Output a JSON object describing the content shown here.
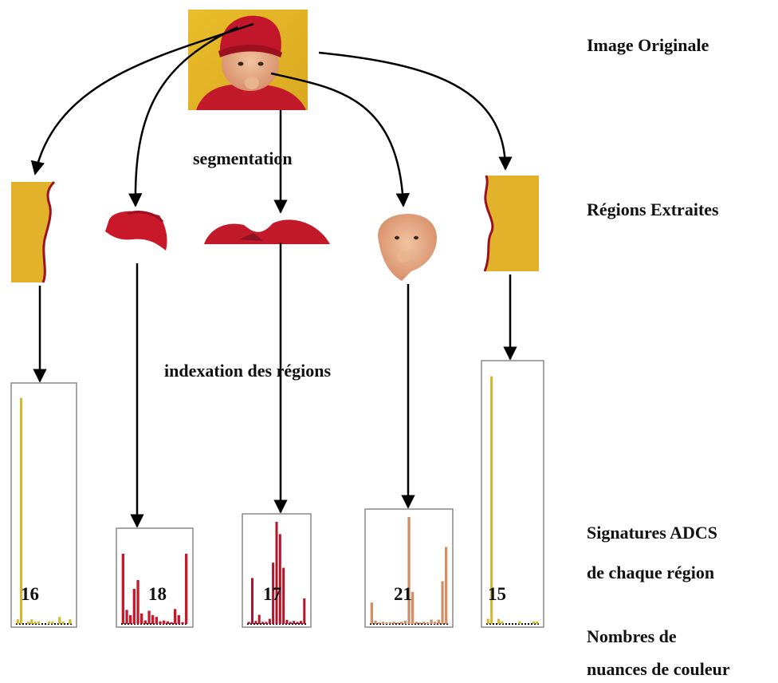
{
  "labels": {
    "original": "Image Originale",
    "regions": "Régions Extraites",
    "signatures_1": "Signatures ADCS",
    "signatures_2": "de chaque région",
    "nuances_1": "Nombres de",
    "nuances_2": "nuances de couleur",
    "segmentation": "segmentation",
    "indexation": "indexation des régions"
  },
  "colors": {
    "yellow": "#e8b92c",
    "red": "#c8182a",
    "dark_red": "#8e1320",
    "skin": "#d99a72",
    "mustard": "#c8b02a",
    "arrow": "#000000",
    "box": "#888888"
  },
  "regions": [
    {
      "name": "background-left",
      "count": "16",
      "hist_color": "#d6b62a",
      "bars": [
        0.02,
        0.97,
        0.0,
        0.01,
        0.02,
        0.01,
        0.01,
        0.0,
        0.0,
        0.01,
        0.01,
        0.0,
        0.03,
        0.01,
        0.0,
        0.02
      ]
    },
    {
      "name": "hat",
      "count": "18",
      "hist_color": "#c8182a",
      "bars": [
        0.8,
        0.16,
        0.1,
        0.4,
        0.5,
        0.12,
        0.04,
        0.15,
        0.1,
        0.08,
        0.03,
        0.04,
        0.03,
        0.02,
        0.17,
        0.1,
        0.02,
        0.8
      ]
    },
    {
      "name": "clothes",
      "count": "17",
      "hist_color": "#b3142a",
      "bars": [
        0.02,
        0.45,
        0.03,
        0.09,
        0.02,
        0.02,
        0.05,
        0.6,
        1.0,
        0.88,
        0.55,
        0.04,
        0.02,
        0.03,
        0.02,
        0.03,
        0.25
      ]
    },
    {
      "name": "face",
      "count": "21",
      "hist_color": "#d28f66",
      "bars": [
        0.2,
        0.03,
        0.01,
        0.02,
        0.01,
        0.01,
        0.02,
        0.01,
        0.02,
        0.03,
        1.0,
        0.3,
        0.02,
        0.01,
        0.02,
        0.01,
        0.04,
        0.02,
        0.04,
        0.4,
        0.72
      ]
    },
    {
      "name": "background-right",
      "count": "15",
      "hist_color": "#d6b62a",
      "bars": [
        0.02,
        0.97,
        0.0,
        0.02,
        0.01,
        0.0,
        0.0,
        0.0,
        0.0,
        0.01,
        0.0,
        0.0,
        0.0,
        0.01,
        0.01
      ]
    }
  ]
}
